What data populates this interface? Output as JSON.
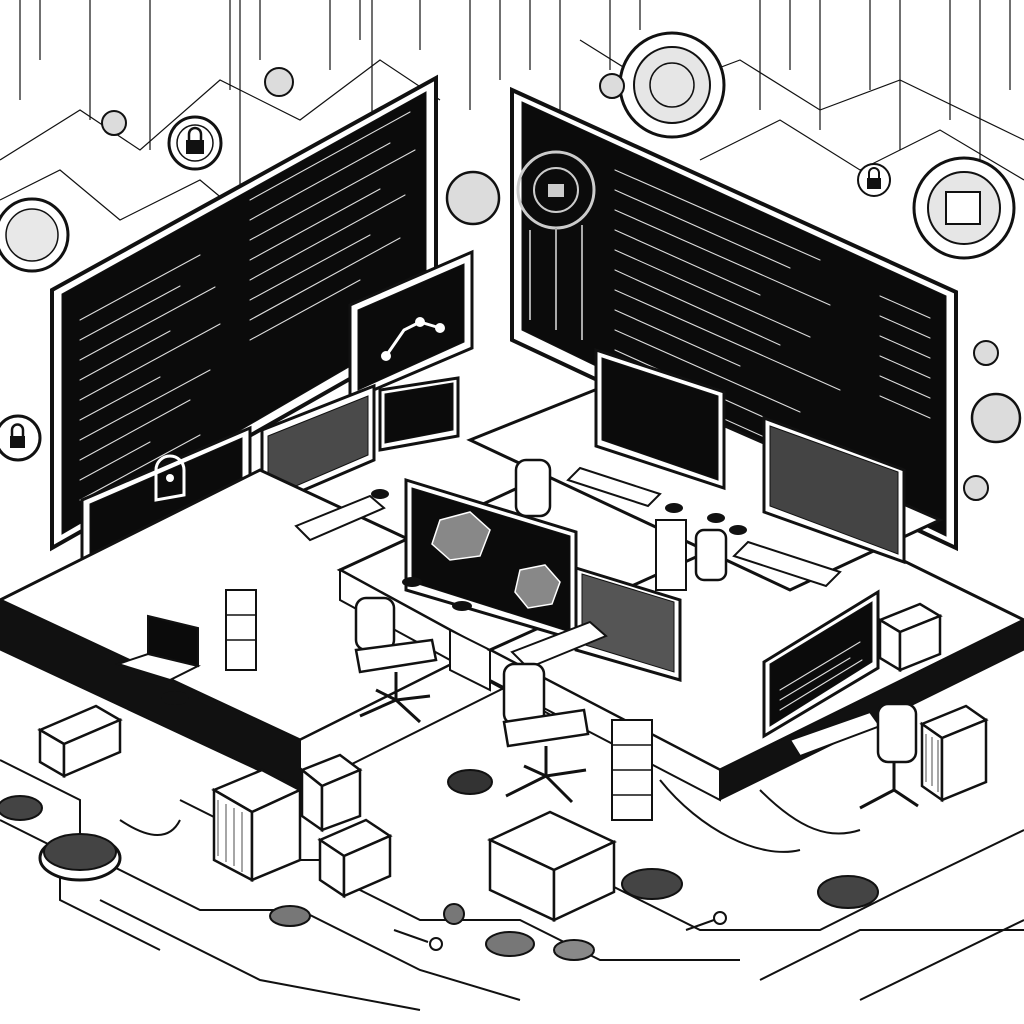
{
  "image": {
    "style": "monochrome ink line art",
    "colors": {
      "ink": "#111111",
      "paper": "#ffffff",
      "screen": "#0b0b0b",
      "code_text": "#dddddd"
    },
    "icons": [
      "padlock-icon",
      "keyhole-icon",
      "coin-icon",
      "circuit-trace",
      "keyboard",
      "office-chair",
      "monitor",
      "laptop",
      "server-crate"
    ]
  }
}
